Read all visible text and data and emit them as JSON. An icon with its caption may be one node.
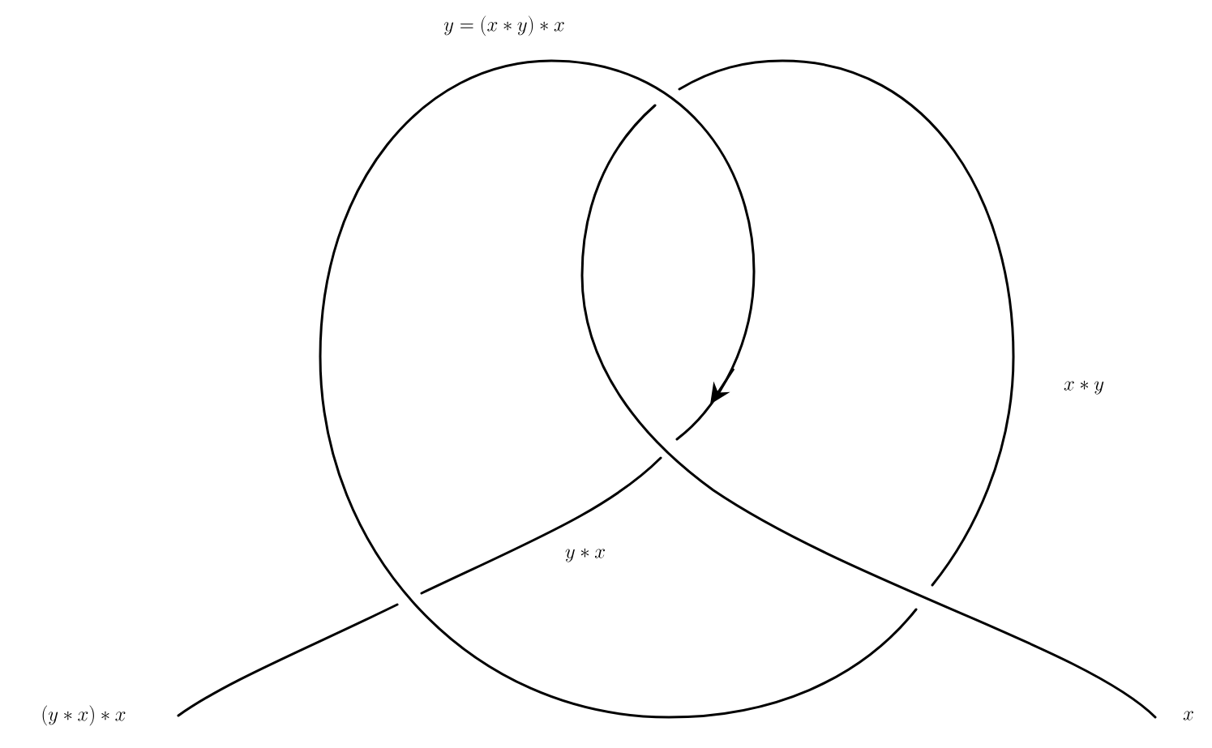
{
  "diagram": {
    "labels": [
      "y = (x \\ast y) \\ast x",
      "x \\ast y",
      "y \\ast x",
      "(y \\ast x) \\ast x",
      "x"
    ]
  }
}
